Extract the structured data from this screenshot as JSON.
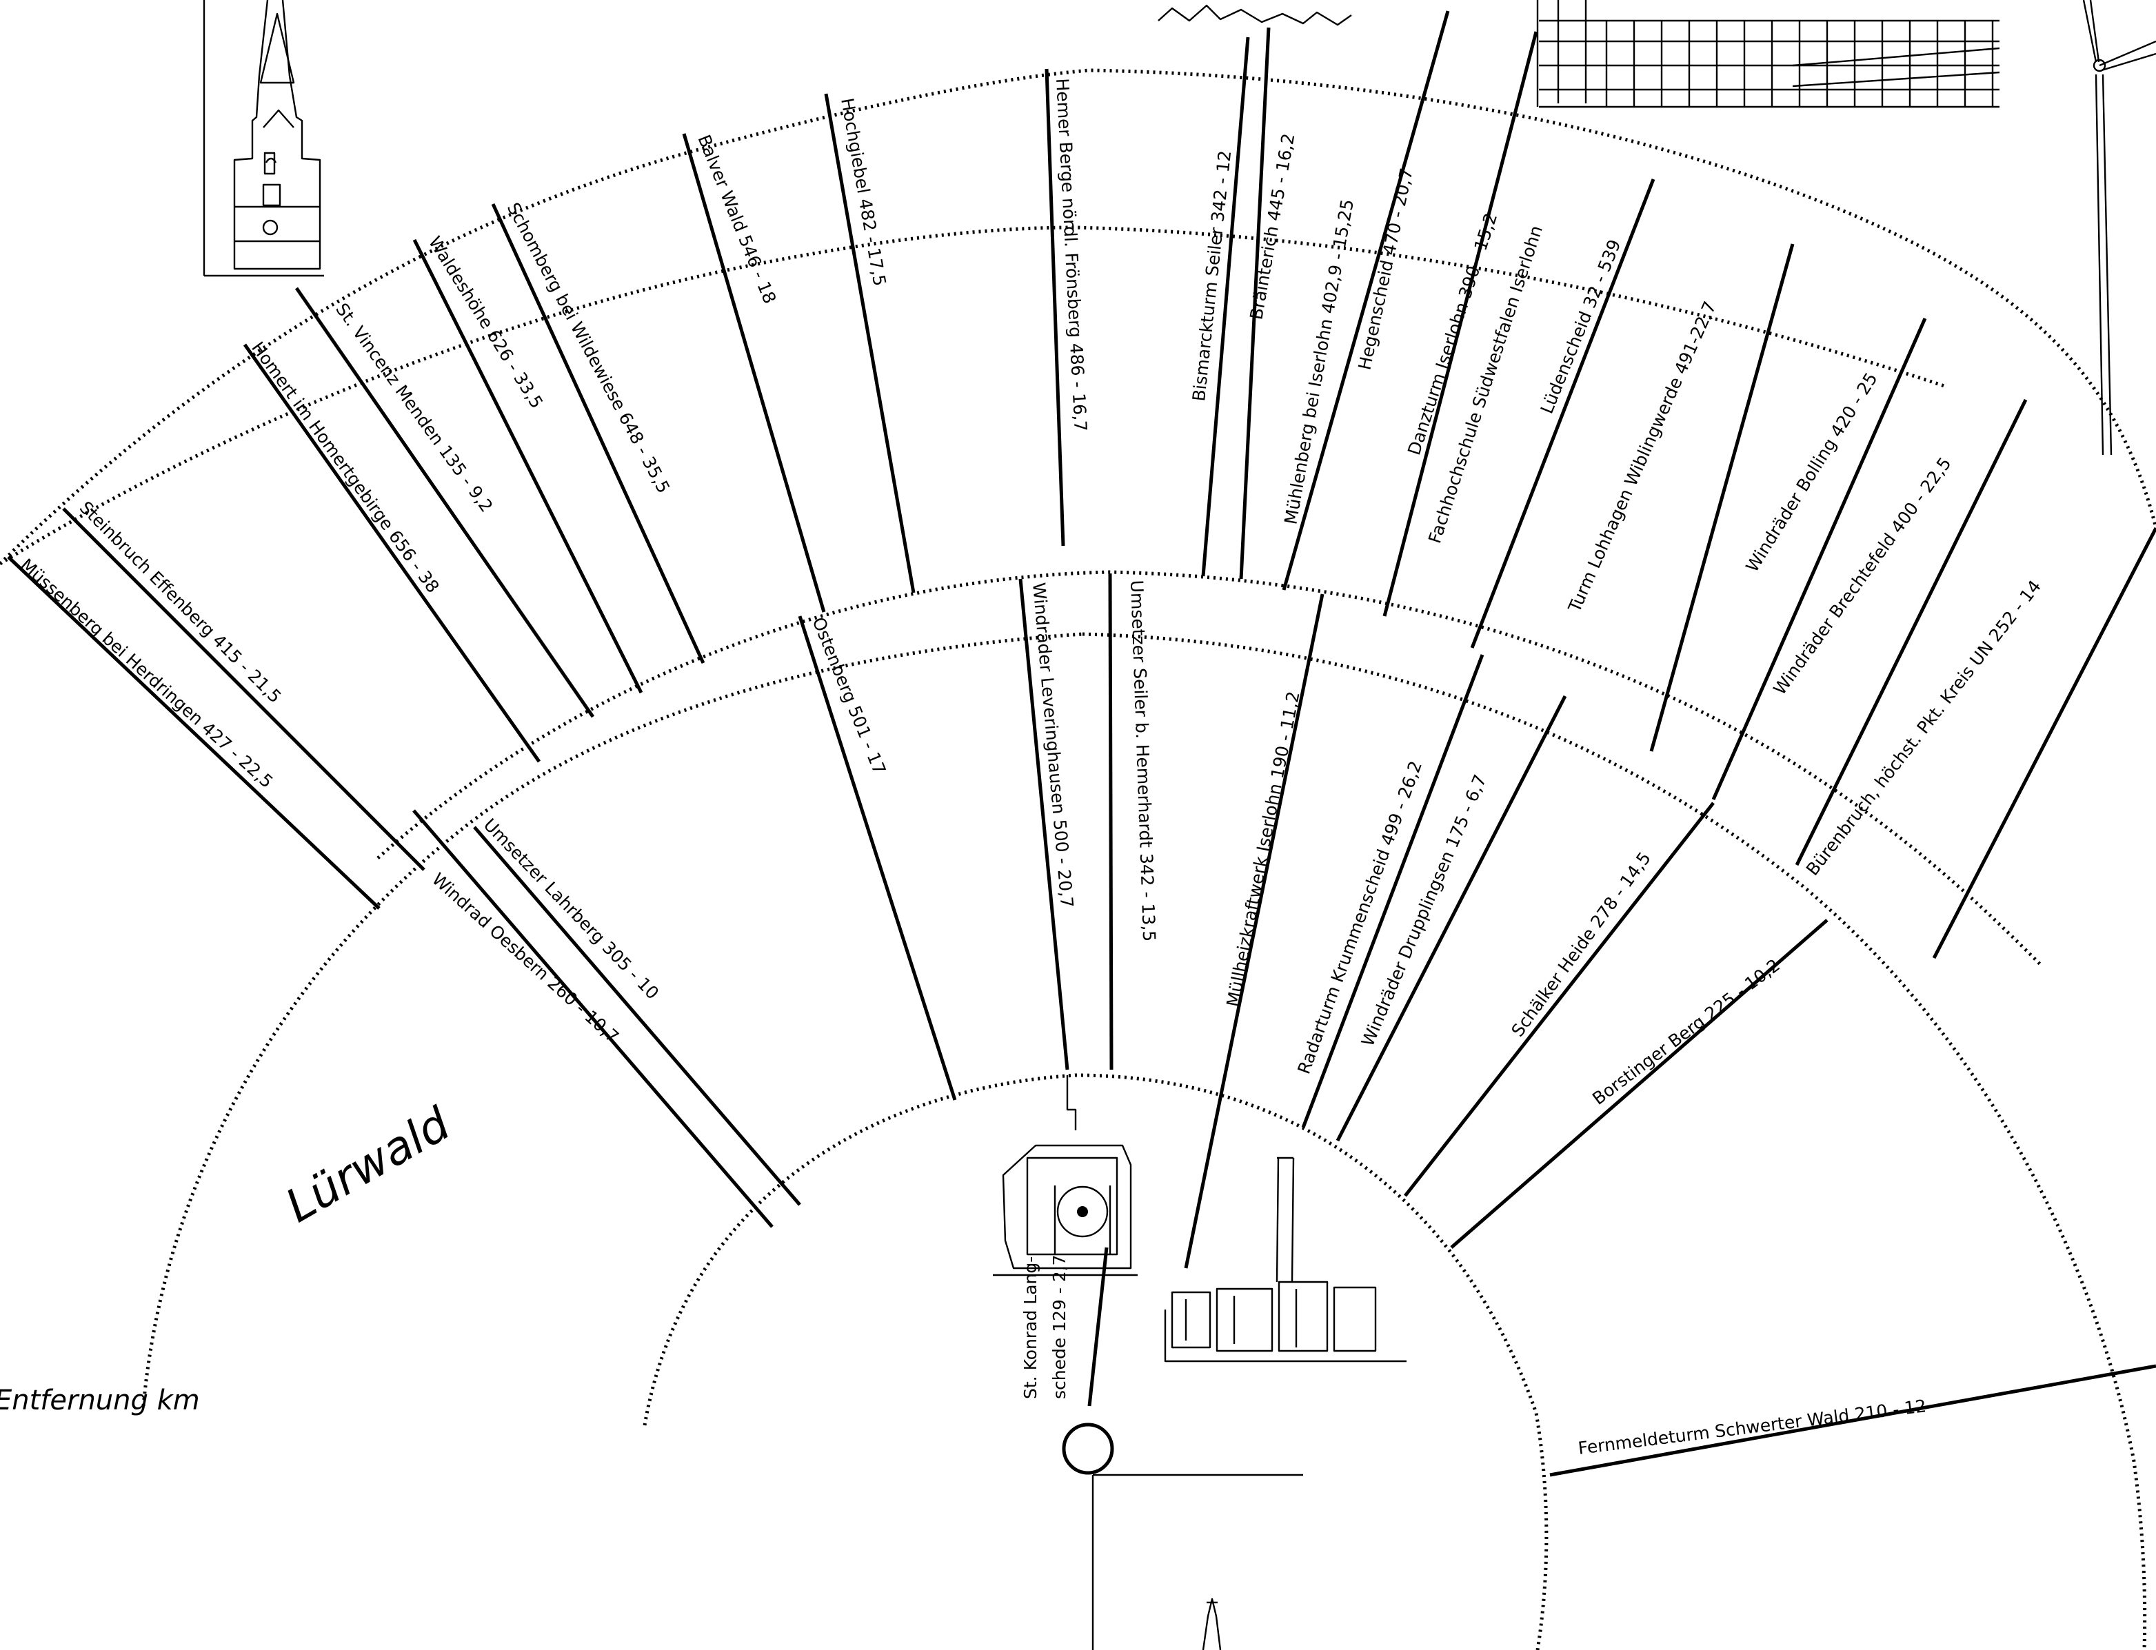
{
  "region_label": "Lürwald",
  "legend_label": "Entfernung km",
  "observer_point": "",
  "targets": [
    {
      "name": "Müssenberg bei Herdringen",
      "elevation": "427",
      "distance_km": "22,5",
      "text": "Müssenberg bei Herdringen 427 - 22,5"
    },
    {
      "name": "Steinbruch Effenberg",
      "elevation": "415",
      "distance_km": "21,5",
      "text": "Steinbruch Effenberg 415 - 21,5"
    },
    {
      "name": "Homert im Homertgebirge",
      "elevation": "656",
      "distance_km": "38",
      "text": "Homert  im Homertgebirge 656 - 38"
    },
    {
      "name": "St. Vincenz Menden",
      "elevation": "135",
      "distance_km": "9,2",
      "text": "St. Vincenz Menden 135 - 9,2"
    },
    {
      "name": "Waldeshöhe",
      "elevation": "626",
      "distance_km": "33,5",
      "text": "Waldeshöhe 626 - 33,5"
    },
    {
      "name": "Schomberg bei Wildewiese",
      "elevation": "648",
      "distance_km": "35,5",
      "text": "Schomberg bei Wildewiese 648 - 35,5"
    },
    {
      "name": "Balver Wald",
      "elevation": "546",
      "distance_km": "18",
      "text": "Balver Wald 546 - 18"
    },
    {
      "name": "Hochgiebel",
      "elevation": "482",
      "distance_km": "17,5",
      "text": "Hochgiebel 482 - 17,5"
    },
    {
      "name": "Hemer Berge nördl. Frönsberg",
      "elevation": "486",
      "distance_km": "16,7",
      "text": "Hemer Berge nördl. Frönsberg 486 - 16,7"
    },
    {
      "name": "Bismarckturm Seiler",
      "elevation": "342",
      "distance_km": "12",
      "text": "Bismarckturm Seiler 342 - 12"
    },
    {
      "name": "Bräinterich",
      "elevation": "445",
      "distance_km": "16,2",
      "text": "Bräinterich 445 - 16,2"
    },
    {
      "name": "Mühlenberg bei Iserlohn",
      "elevation": "402,9",
      "distance_km": "15,25",
      "text": "Mühlenberg bei Iserlohn 402,9 - 15,25"
    },
    {
      "name": "Hegenscheid",
      "elevation": "470",
      "distance_km": "20,7",
      "text": "Hegenscheid 470 - 20,7"
    },
    {
      "name": "Danzturm Iserlohn",
      "elevation": "390",
      "distance_km": "15,2",
      "text": "Danzturm Iserlohn 390 - 15,2"
    },
    {
      "name": "Fachhochschule Südwestfalen Iserlohn",
      "elevation": "",
      "distance_km": "",
      "text": "Fachhochschule Südwestfalen Iserlohn"
    },
    {
      "name": "Lüdenscheid",
      "elevation": "32",
      "distance_km": "539",
      "text": "Lüdenscheid 32 - 539"
    },
    {
      "name": "Turm Lohhagen Wiblingwerde",
      "elevation": "491",
      "distance_km": "22,7",
      "text": "Turm Lohhagen  Wiblingwerde 491-22,7"
    },
    {
      "name": "Windräder Bolling",
      "elevation": "420",
      "distance_km": "25",
      "text": "Windräder Bolling 420 - 25"
    },
    {
      "name": "Windräder Brechtefeld",
      "elevation": "400",
      "distance_km": "22,5",
      "text": "Windräder Brechtefeld 400 - 22,5"
    },
    {
      "name": "Bürenbruch, höchst. Pkt. Kreis UN",
      "elevation": "252",
      "distance_km": "14",
      "text": "Bürenbruch, höchst. Pkt. Kreis UN 252 - 14"
    },
    {
      "name": "Windrad Oesbern",
      "elevation": "260",
      "distance_km": "10,7",
      "text": "Windrad Oesbern 260 - 10,7"
    },
    {
      "name": "Umsetzer Lahrberg",
      "elevation": "305",
      "distance_km": "10",
      "text": "Umsetzer Lahrberg 305 - 10"
    },
    {
      "name": "Ostenberg",
      "elevation": "501",
      "distance_km": "17",
      "text": "Ostenberg 501 - 17"
    },
    {
      "name": "Windräder Leveringhausen",
      "elevation": "500",
      "distance_km": "20,7",
      "text": "Windräder  Leveringhausen 500 - 20,7"
    },
    {
      "name": "Umsetzer Seiler b. Hemerhardt",
      "elevation": "342",
      "distance_km": "13,5",
      "text": "Umsetzer Seiler b. Hemerhardt 342 - 13,5"
    },
    {
      "name": "Müllheizkraftwerk Iserlohn",
      "elevation": "190",
      "distance_km": "11,2",
      "text": "Müllheizkraftwerk Iserlohn 190 - 11,2"
    },
    {
      "name": "Radarturm Krummenscheid",
      "elevation": "499",
      "distance_km": "26,2",
      "text": "Radarturm Krummenscheid 499 - 26,2"
    },
    {
      "name": "Windräder Drupplingsen",
      "elevation": "175",
      "distance_km": "6,7",
      "text": "Windräder Drupplingsen 175 - 6,7"
    },
    {
      "name": "Schälker Heide",
      "elevation": "278",
      "distance_km": "14,5",
      "text": "Schälker Heide 278 - 14,5"
    },
    {
      "name": "Borstinger Berg",
      "elevation": "225",
      "distance_km": "10,2",
      "text": "Borstinger Berg 225 - 10,2"
    },
    {
      "name": "Fernmeldeturm Schwerter Wald",
      "elevation": "210",
      "distance_km": "12",
      "text": "Fernmeldeturm Schwerter Wald 210 - 12"
    },
    {
      "name": "St. Konrad Langschede",
      "elevation": "129",
      "distance_km": "2,7",
      "text_line1": "St. Konrad Lang-",
      "text_line2": "schede 129 - 2,7"
    }
  ],
  "sketches": [
    {
      "icon": "church-tower-sketch-icon"
    },
    {
      "icon": "city-buildings-sketch-icon"
    },
    {
      "icon": "wind-turbine-sketch-icon"
    },
    {
      "icon": "clock-monument-sketch-icon"
    },
    {
      "icon": "power-plant-sketch-icon"
    },
    {
      "icon": "chapel-sketch-icon"
    }
  ],
  "colors": {
    "ink": "#000000",
    "paper": "#ffffff"
  }
}
